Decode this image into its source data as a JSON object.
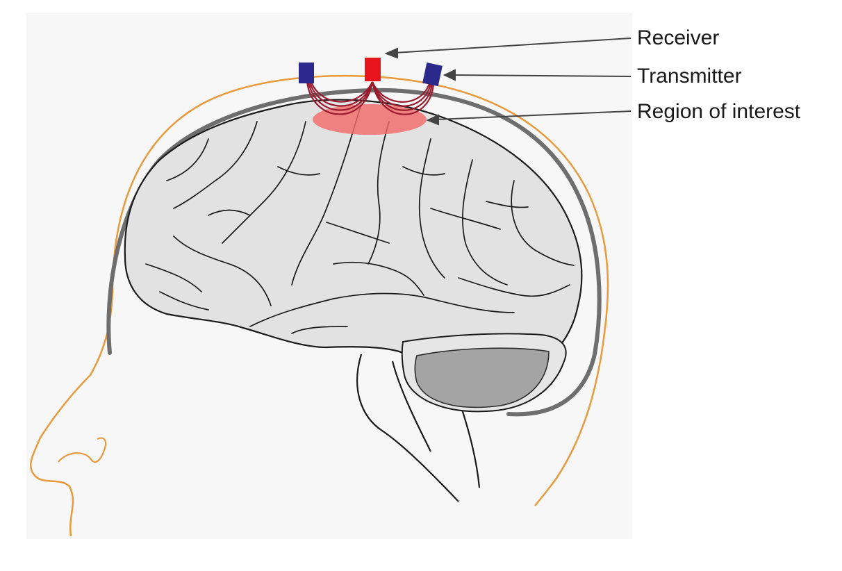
{
  "diagram": {
    "subject": "fNIRS optode placement on head",
    "labels": {
      "receiver": "Receiver",
      "transmitter": "Transmitter",
      "region_of_interest": "Region of interest"
    },
    "colors": {
      "skin_outline": "#e89a3c",
      "skull": "#6e6e6e",
      "brain_fill": "#e2e2e2",
      "brain_outline": "#1a1a1a",
      "cerebellum_fill": "#a4a4a4",
      "receiver": "#e8141c",
      "transmitter": "#2b2a8c",
      "light_paths": "#9b1b2e",
      "region_of_interest": "#f26b6b",
      "background_panel": "#f7f7f7"
    }
  }
}
